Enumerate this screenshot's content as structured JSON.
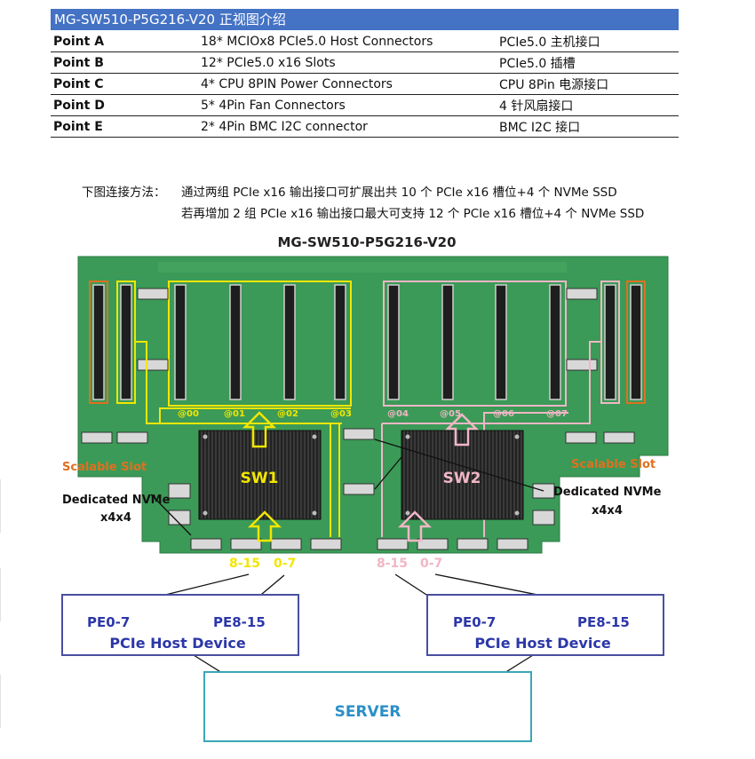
{
  "header": {
    "title": "MG-SW510-P5G216-V20 正视图介绍"
  },
  "table": {
    "rows": [
      {
        "point": "Point A",
        "desc": "18* MCIOx8 PCIe5.0 Host Connectors",
        "cn": "PCIe5.0 主机接口"
      },
      {
        "point": "Point B",
        "desc": "12* PCIe5.0 x16 Slots",
        "cn": "PCIe5.0 插槽"
      },
      {
        "point": "Point C",
        "desc": "4* CPU 8PIN Power Connectors",
        "cn": "CPU 8Pin 电源接口"
      },
      {
        "point": "Point D",
        "desc": "5* 4Pin Fan Connectors",
        "cn": "4 针风扇接口"
      },
      {
        "point": "Point E",
        "desc": "2* 4Pin BMC I2C connector",
        "cn": "BMC I2C 接口"
      }
    ]
  },
  "method": {
    "label": "下图连接方法：",
    "line1": "通过两组 PCIe x16 输出接口可扩展出共 10 个 PCIe x16 槽位+4 个 NVMe SSD",
    "line2": "若再增加 2 组 PCIe x16 输出接口最大可支持 12 个 PCIe x16 槽位+4 个 NVMe SSD"
  },
  "diagram": {
    "title": "MG-SW510-P5G216-V20",
    "sw1": "SW1",
    "sw2": "SW2",
    "slot_labels": [
      "@00",
      "@01",
      "@02",
      "@03",
      "@04",
      "@05",
      "@06",
      "@07"
    ],
    "scalable_slot": "Scalable Slot",
    "dedicated_nvme": "Dedicated NVMe",
    "x4x4": "x4x4",
    "port_8_15": "8-15",
    "port_0_7": "0-7",
    "pe0_7": "PE0-7",
    "pe8_15": "PE8-15",
    "host_device": "PCIe Host Device",
    "server": "SERVER",
    "colors": {
      "board": "#3b9a57",
      "yellow": "#f2e600",
      "pink": "#f0b6c6",
      "orange": "#e07020",
      "box_border": "#4a4fa0",
      "box_text": "#2c37a8",
      "server_border": "#3aa7b8",
      "server_text": "#2a8fc8"
    }
  }
}
